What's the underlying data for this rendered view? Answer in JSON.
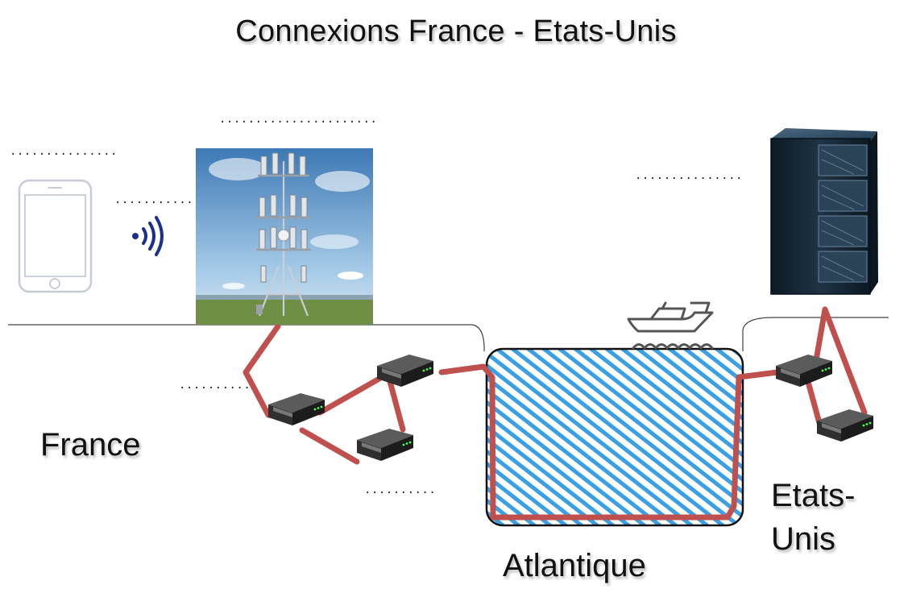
{
  "title": "Connexions France - Etats-Unis",
  "labels": {
    "france": "France",
    "atlantic": "Atlantique",
    "us_line1": "Etats-",
    "us_line2": "Unis"
  },
  "blanks": {
    "phone": "...............",
    "wifi": "...........",
    "tower": "......................",
    "server": "...............",
    "router_left": "..........",
    "router_bottom": ".........."
  },
  "colors": {
    "cable": "#c0504d",
    "ocean_stripe": "#3aa0e6",
    "wifi": "#1a2f8f"
  },
  "icons": [
    "smartphone-icon",
    "wifi-signal-icon",
    "cell-tower-image",
    "router-icon",
    "boat-icon",
    "server-rack-icon"
  ]
}
